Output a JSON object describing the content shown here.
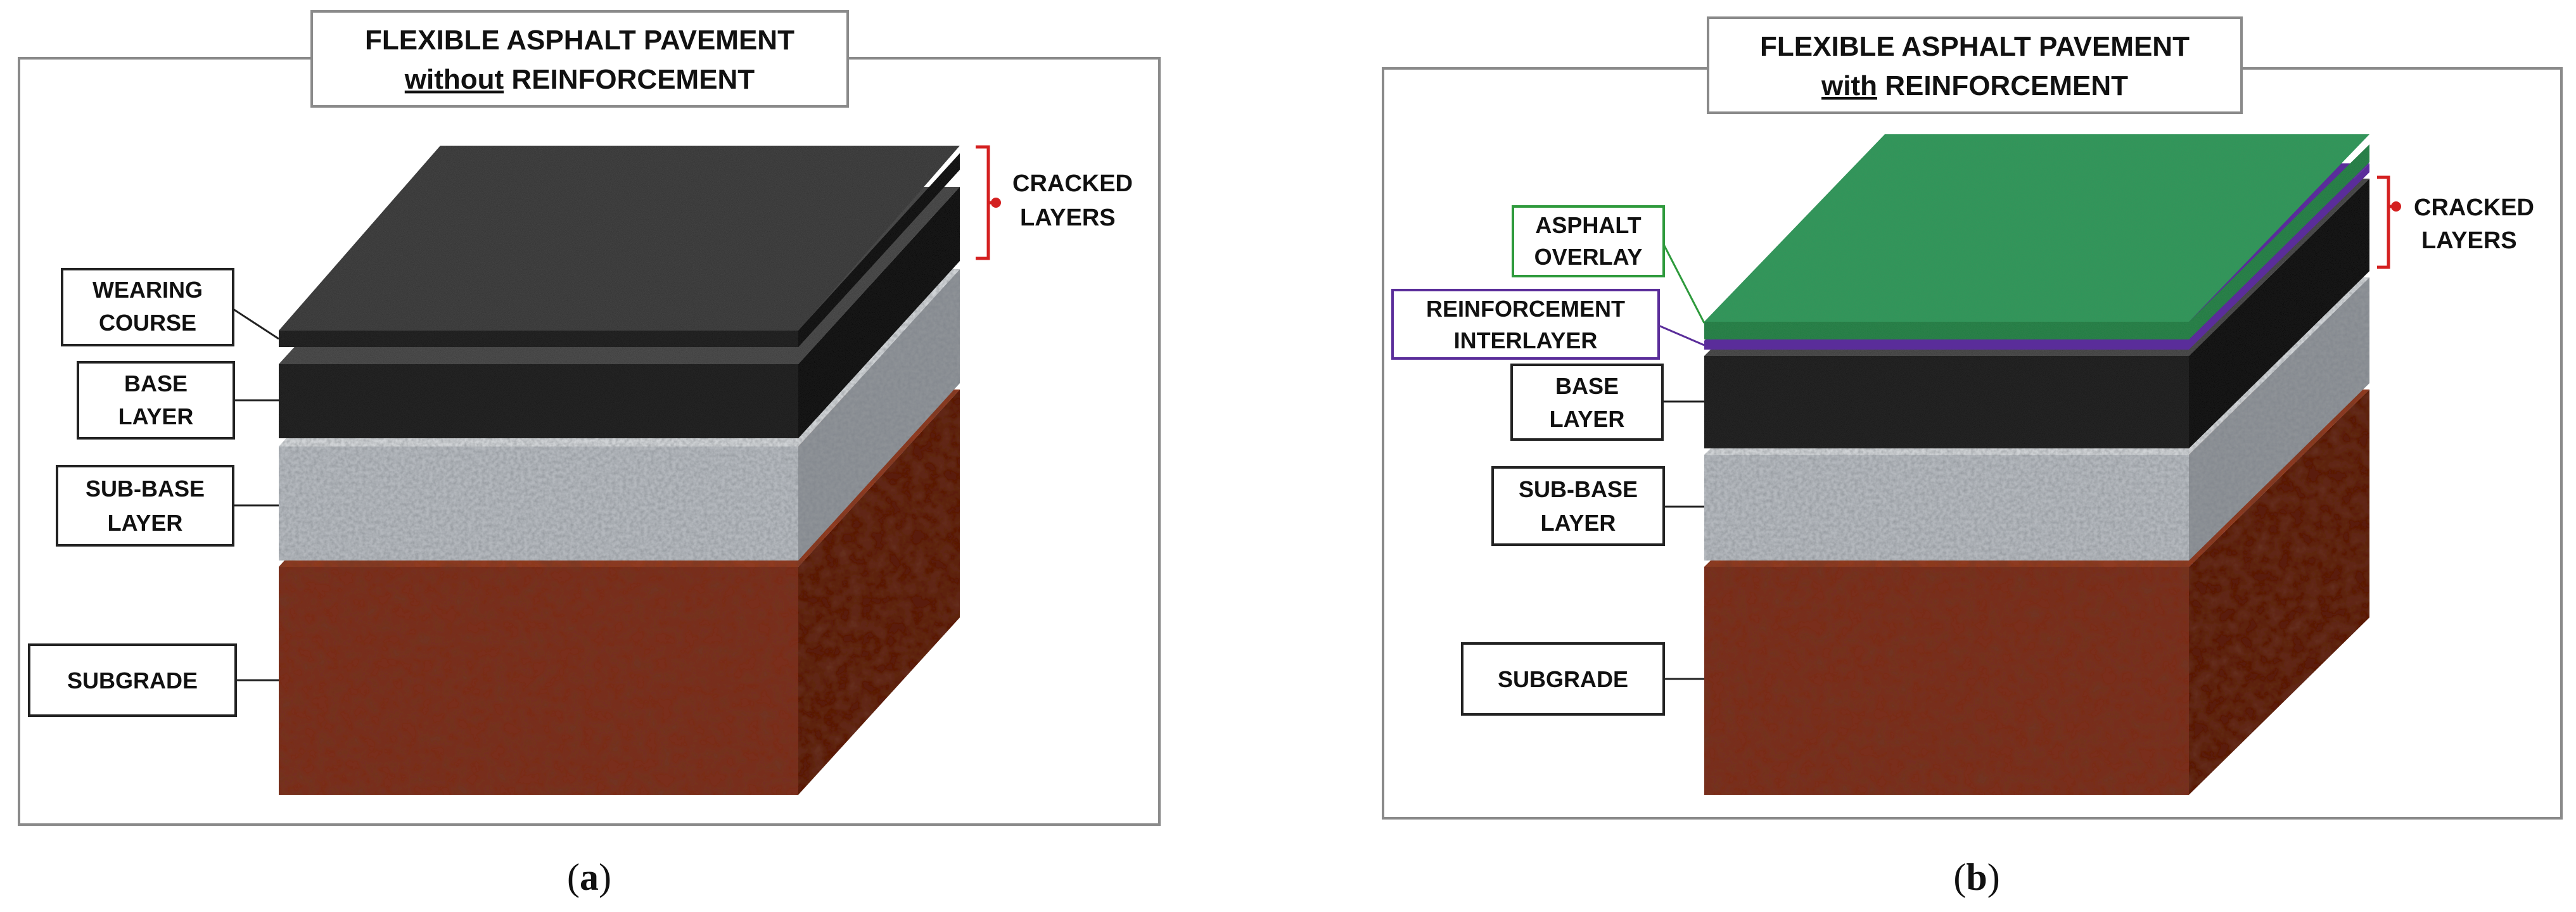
{
  "colors": {
    "panel_border": "#8a8a8a",
    "label_border": "#222222",
    "cracked": "#d42020",
    "overlay": "#2e9a3c",
    "interlayer": "#5a2d9a",
    "asphalt_top": "#4a4a4a",
    "asphalt_front": "#2b2b2b",
    "asphalt_side": "#1c1c1c",
    "base_front": "#2a2a2a",
    "base_top": "#555555",
    "base_side": "#1f1f1f",
    "gravel_front": "#b4b8bd",
    "gravel_top": "#d0d3d6",
    "gravel_side": "#8e9297",
    "soil_front": "#7a2e1c",
    "soil_top": "#8e3a24",
    "soil_side": "#5a1e10",
    "overlay_top": "#2f9a5c",
    "overlay_front": "#1f7a40"
  },
  "panel_a": {
    "title_line1": "FLEXIBLE ASPHALT PAVEMENT",
    "title_line2_prefix": "without",
    "title_line2_suffix": " REINFORCEMENT",
    "cracked_line1": "CRACKED",
    "cracked_line2": "LAYERS",
    "labels": {
      "wearing_1": "WEARING",
      "wearing_2": "COURSE",
      "base_1": "BASE",
      "base_2": "LAYER",
      "subbase_1": "SUB-BASE",
      "subbase_2": "LAYER",
      "subgrade": "SUBGRADE"
    },
    "caption_open": "(",
    "caption_letter": "a",
    "caption_close": ")"
  },
  "panel_b": {
    "title_line1": "FLEXIBLE ASPHALT PAVEMENT",
    "title_line2_prefix": "with",
    "title_line2_suffix": " REINFORCEMENT",
    "cracked_line1": "CRACKED",
    "cracked_line2": "LAYERS",
    "labels": {
      "overlay_1": "ASPHALT",
      "overlay_2": "OVERLAY",
      "interlayer_1": "REINFORCEMENT",
      "interlayer_2": "INTERLAYER",
      "base_1": "BASE",
      "base_2": "LAYER",
      "subbase_1": "SUB-BASE",
      "subbase_2": "LAYER",
      "subgrade": "SUBGRADE"
    },
    "caption_open": "(",
    "caption_letter": "b",
    "caption_close": ")"
  }
}
